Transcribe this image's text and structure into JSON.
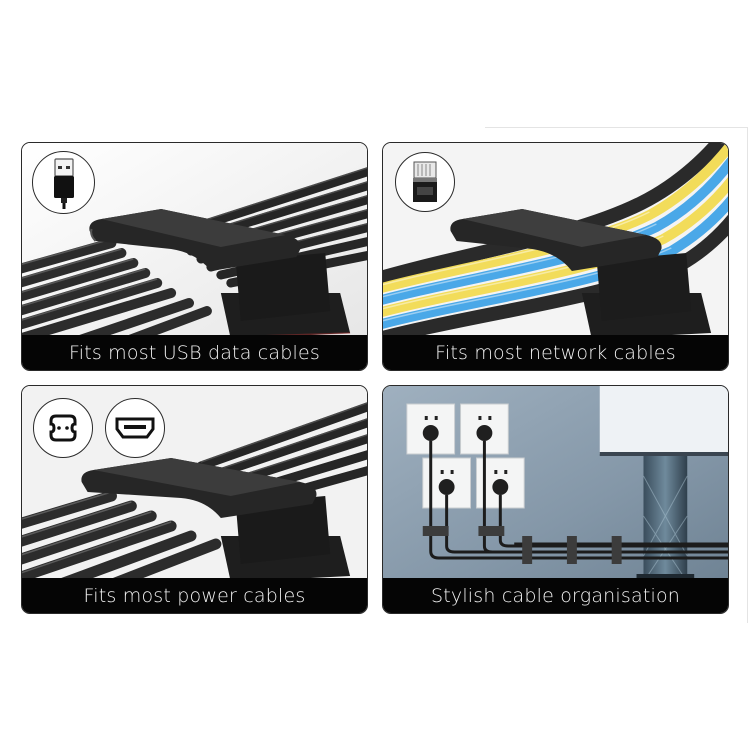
{
  "panels": [
    {
      "caption": "Fits most USB data cables",
      "icons": [
        "usb-plug-icon"
      ],
      "scene": "black-cables-with-clip"
    },
    {
      "caption": "Fits most network cables",
      "icons": [
        "ethernet-rj45-icon"
      ],
      "scene": "black-yellow-blue-cables-with-clip"
    },
    {
      "caption": "Fits most power cables",
      "icons": [
        "power-socket-icon",
        "hdmi-port-icon"
      ],
      "scene": "black-cables-with-clip"
    },
    {
      "caption": "Stylish cable organisation",
      "icons": [],
      "scene": "wall-sockets-with-organised-cables"
    }
  ],
  "colors": {
    "caption_bg": "#050505",
    "caption_text": "#f4f4f4",
    "cable_black": "#2b2b2b",
    "cable_yellow": "#f2dc5a",
    "cable_blue": "#4aa8e8",
    "wall_blue_grey": "#8a9cab"
  }
}
